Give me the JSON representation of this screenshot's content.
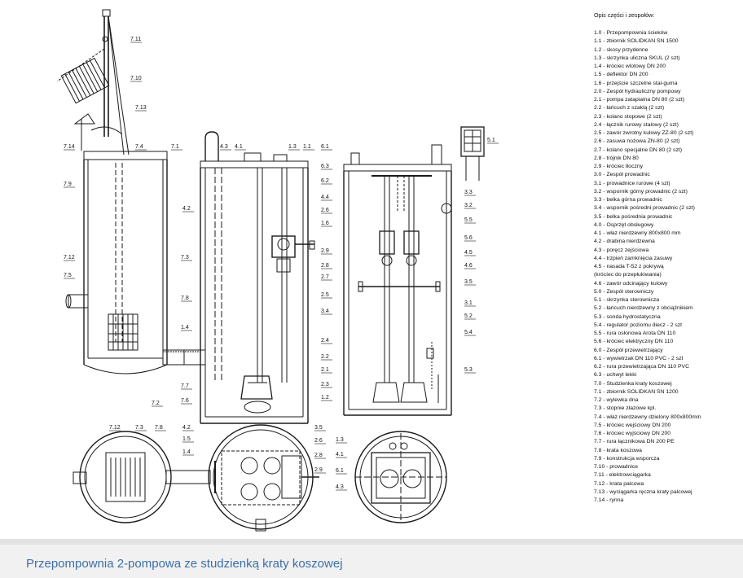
{
  "caption": "Przepompownia 2-pompowa ze studzienką kraty koszowej",
  "legend": {
    "title": "Opis części i zespołów:",
    "items": [
      "1.0 - Przepompownia ścieków",
      "1.1 - zbiornik SOLIDKAN SN 1500",
      "1.2 - skosy przydenne",
      "1.3 - skrzynka uliczna SKUL (2 szt)",
      "1.4 - króciec wlotowy DN 200",
      "1.5 - deflektor DN 200",
      "1.6 - przejście szczelne stal-guma",
      "2.0 - Zespół hydrauliczny pompowy",
      "2.1 - pompa zatapialna DN 80 (2 szt)",
      "2.2 - łańcuch z szaklą (2 szt)",
      "2.3 - kolano stopowe (2 szt)",
      "2.4 - łącznik rurowy stalowy (2 szt)",
      "2.5 - zawór zwrotny kulowy ZZ-80 (2 szt)",
      "2.6 - zasuwa nożowa ZN-80 (2 szt)",
      "2.7 - kolano specjalne DN 80 (2 szt)",
      "2.8 - trójnik DN 80",
      "2.9 - króciec tłoczny",
      "3.0 - Zespół prowadnic",
      "3.1 - prowadnice rurowe (4 szt)",
      "3.2 - wspornik górny prowadnic (2 szt)",
      "3.3 - belka górna prowadnic",
      "3.4 - wspornik pośredni prowadnic (2 szt)",
      "3.5 - belka pośrednia prowadnic",
      "4.0 - Osprzęt obsługowy",
      "4.1 - właz nierdzewny 800x800 mm",
      "4.2 - drabina nierdzewna",
      "4.3 - poręcz zejściowa",
      "4.4 - trzpień zamknięcia zasuwy",
      "4.5 - nasada T-52 z pokrywą",
      "(krócíec do przepłukiwania)",
      "4.6 - zawór odcinający kulowy",
      "5.0 - Zespół sterowniczy",
      "5.1 - skrzynka sterownicza",
      "5.2 - łańcuch nierdzewny z obciążnikiem",
      "5.3 - sonda hydrostatyczna",
      "5.4 - regulator poziomu diecz - 2 szt",
      "5.5 - rura osłonowa Arota DN 110",
      "5.6 - króciec elektryczny DN 110",
      "6.0 - Zespół przewietrzający",
      "6.1 - wywietrzak DN 110 PVC - 2 szt",
      "6.2 - rura przewietrzająca DN 110 PVC",
      "6.3 - uchwyt lekki",
      "7.0 - Studzienka kraty koszowej",
      "7.1 - zbiornik SOLIDKAN SN 1200",
      "7.2 - wylewka dna",
      "7.3 - stopnie złazowe kpl.",
      "7.4 - właz nierdzewny dzielony 800x800mm",
      "7.5 - króciec wejściowy DN 200",
      "7.6 - króciec wyjściowy DN 200",
      "7.7 - rura łącznikowa DN 200 PE",
      "7.8 - krata koszowa",
      "7.9 - konstrukcja wsporcza",
      "7.10 - prowadnice",
      "7.11 - elektrowciągarka",
      "7.12 - krata palcowa",
      "7.13 - wyciągarka ręczna kraty palcowej",
      "7.14 - rynna"
    ]
  },
  "callouts": {
    "v1": [
      "7.11",
      "7.10",
      "7.13",
      "7.14",
      "7.4",
      "7.1",
      "7.9",
      "7.3",
      "7.12",
      "7.5",
      "7.8",
      "1.4",
      "7.7",
      "7.6",
      "7.2"
    ],
    "v2": [
      "4.3",
      "4.1",
      "1.3",
      "1.1",
      "4.2",
      "4.4",
      "2.6",
      "1.6",
      "2.9",
      "2.8",
      "2.7",
      "2.5",
      "3.4",
      "2.4",
      "2.2",
      "2.1",
      "2.3",
      "1.2"
    ],
    "v3": [
      "6.1",
      "6.3",
      "6.2",
      "3.3",
      "3.2",
      "5.5",
      "5.6",
      "4.5",
      "4.6",
      "3.5",
      "3.1",
      "5.2",
      "5.4",
      "5.3",
      "5.1"
    ],
    "plan1": [
      "7.12",
      "7.3",
      "7.8"
    ],
    "plan2": [
      "4.2",
      "1.5",
      "1.4",
      "3.5",
      "2.6",
      "2.8",
      "2.9"
    ],
    "plan3": [
      "1.3",
      "4.1",
      "6.1",
      "4.3"
    ]
  }
}
